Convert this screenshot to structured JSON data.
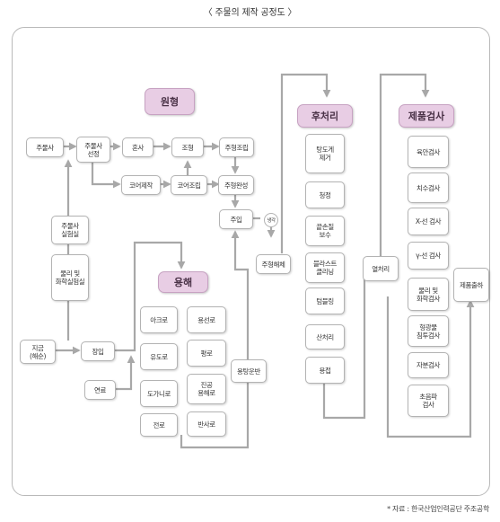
{
  "title": "〈 주물의 제작 공정도 〉",
  "source": "* 자료 : 한국산업인력공단 주조공학",
  "headers": {
    "pattern": "원형",
    "post": "후처리",
    "inspection": "제품검사",
    "melting": "용해"
  },
  "nodes": {
    "casting_sand": "주물사",
    "sand_select": "주물사\n선정",
    "mixing": "혼사",
    "molding": "조형",
    "mold_assembly": "주형조립",
    "core_making": "코어제작",
    "core_assembly": "코어조립",
    "mold_complete": "주형완성",
    "pouring": "주입",
    "cooling": "냉각",
    "shakeout": "주형해체",
    "sand_lab": "주물사\n실험실",
    "phys_chem_lab": "물리 및\n화학실험실",
    "material": "지금\n(해순)",
    "charging": "장입",
    "fuel": "연료",
    "furnace_arc": "아크로",
    "furnace_induction": "유도로",
    "furnace_crucible": "도가니로",
    "furnace_electric": "전로",
    "furnace_cupola": "용선로",
    "furnace_flat": "평로",
    "furnace_vacuum": "진공\n용해로",
    "furnace_reverb": "반사로",
    "ladle": "용탕운반",
    "post_gate": "탕도게\n제거",
    "post_clean": "청정",
    "post_repair": "끝손질\n보수",
    "post_blast": "블라스트\n클리닝",
    "post_tumble": "텀블링",
    "post_pickle": "산처리",
    "post_weld": "용접",
    "heat_treat": "열처리",
    "insp_visual": "육안검사",
    "insp_dimension": "치수검사",
    "insp_xray": "X-선 검사",
    "insp_gamma": "γ-선 검사",
    "insp_physchem": "물리 및\n화학검사",
    "insp_penetrant": "형광물\n침투검사",
    "insp_magnetic": "자분검사",
    "insp_ultrasonic": "초음파\n검사",
    "shipping": "제품출하"
  }
}
